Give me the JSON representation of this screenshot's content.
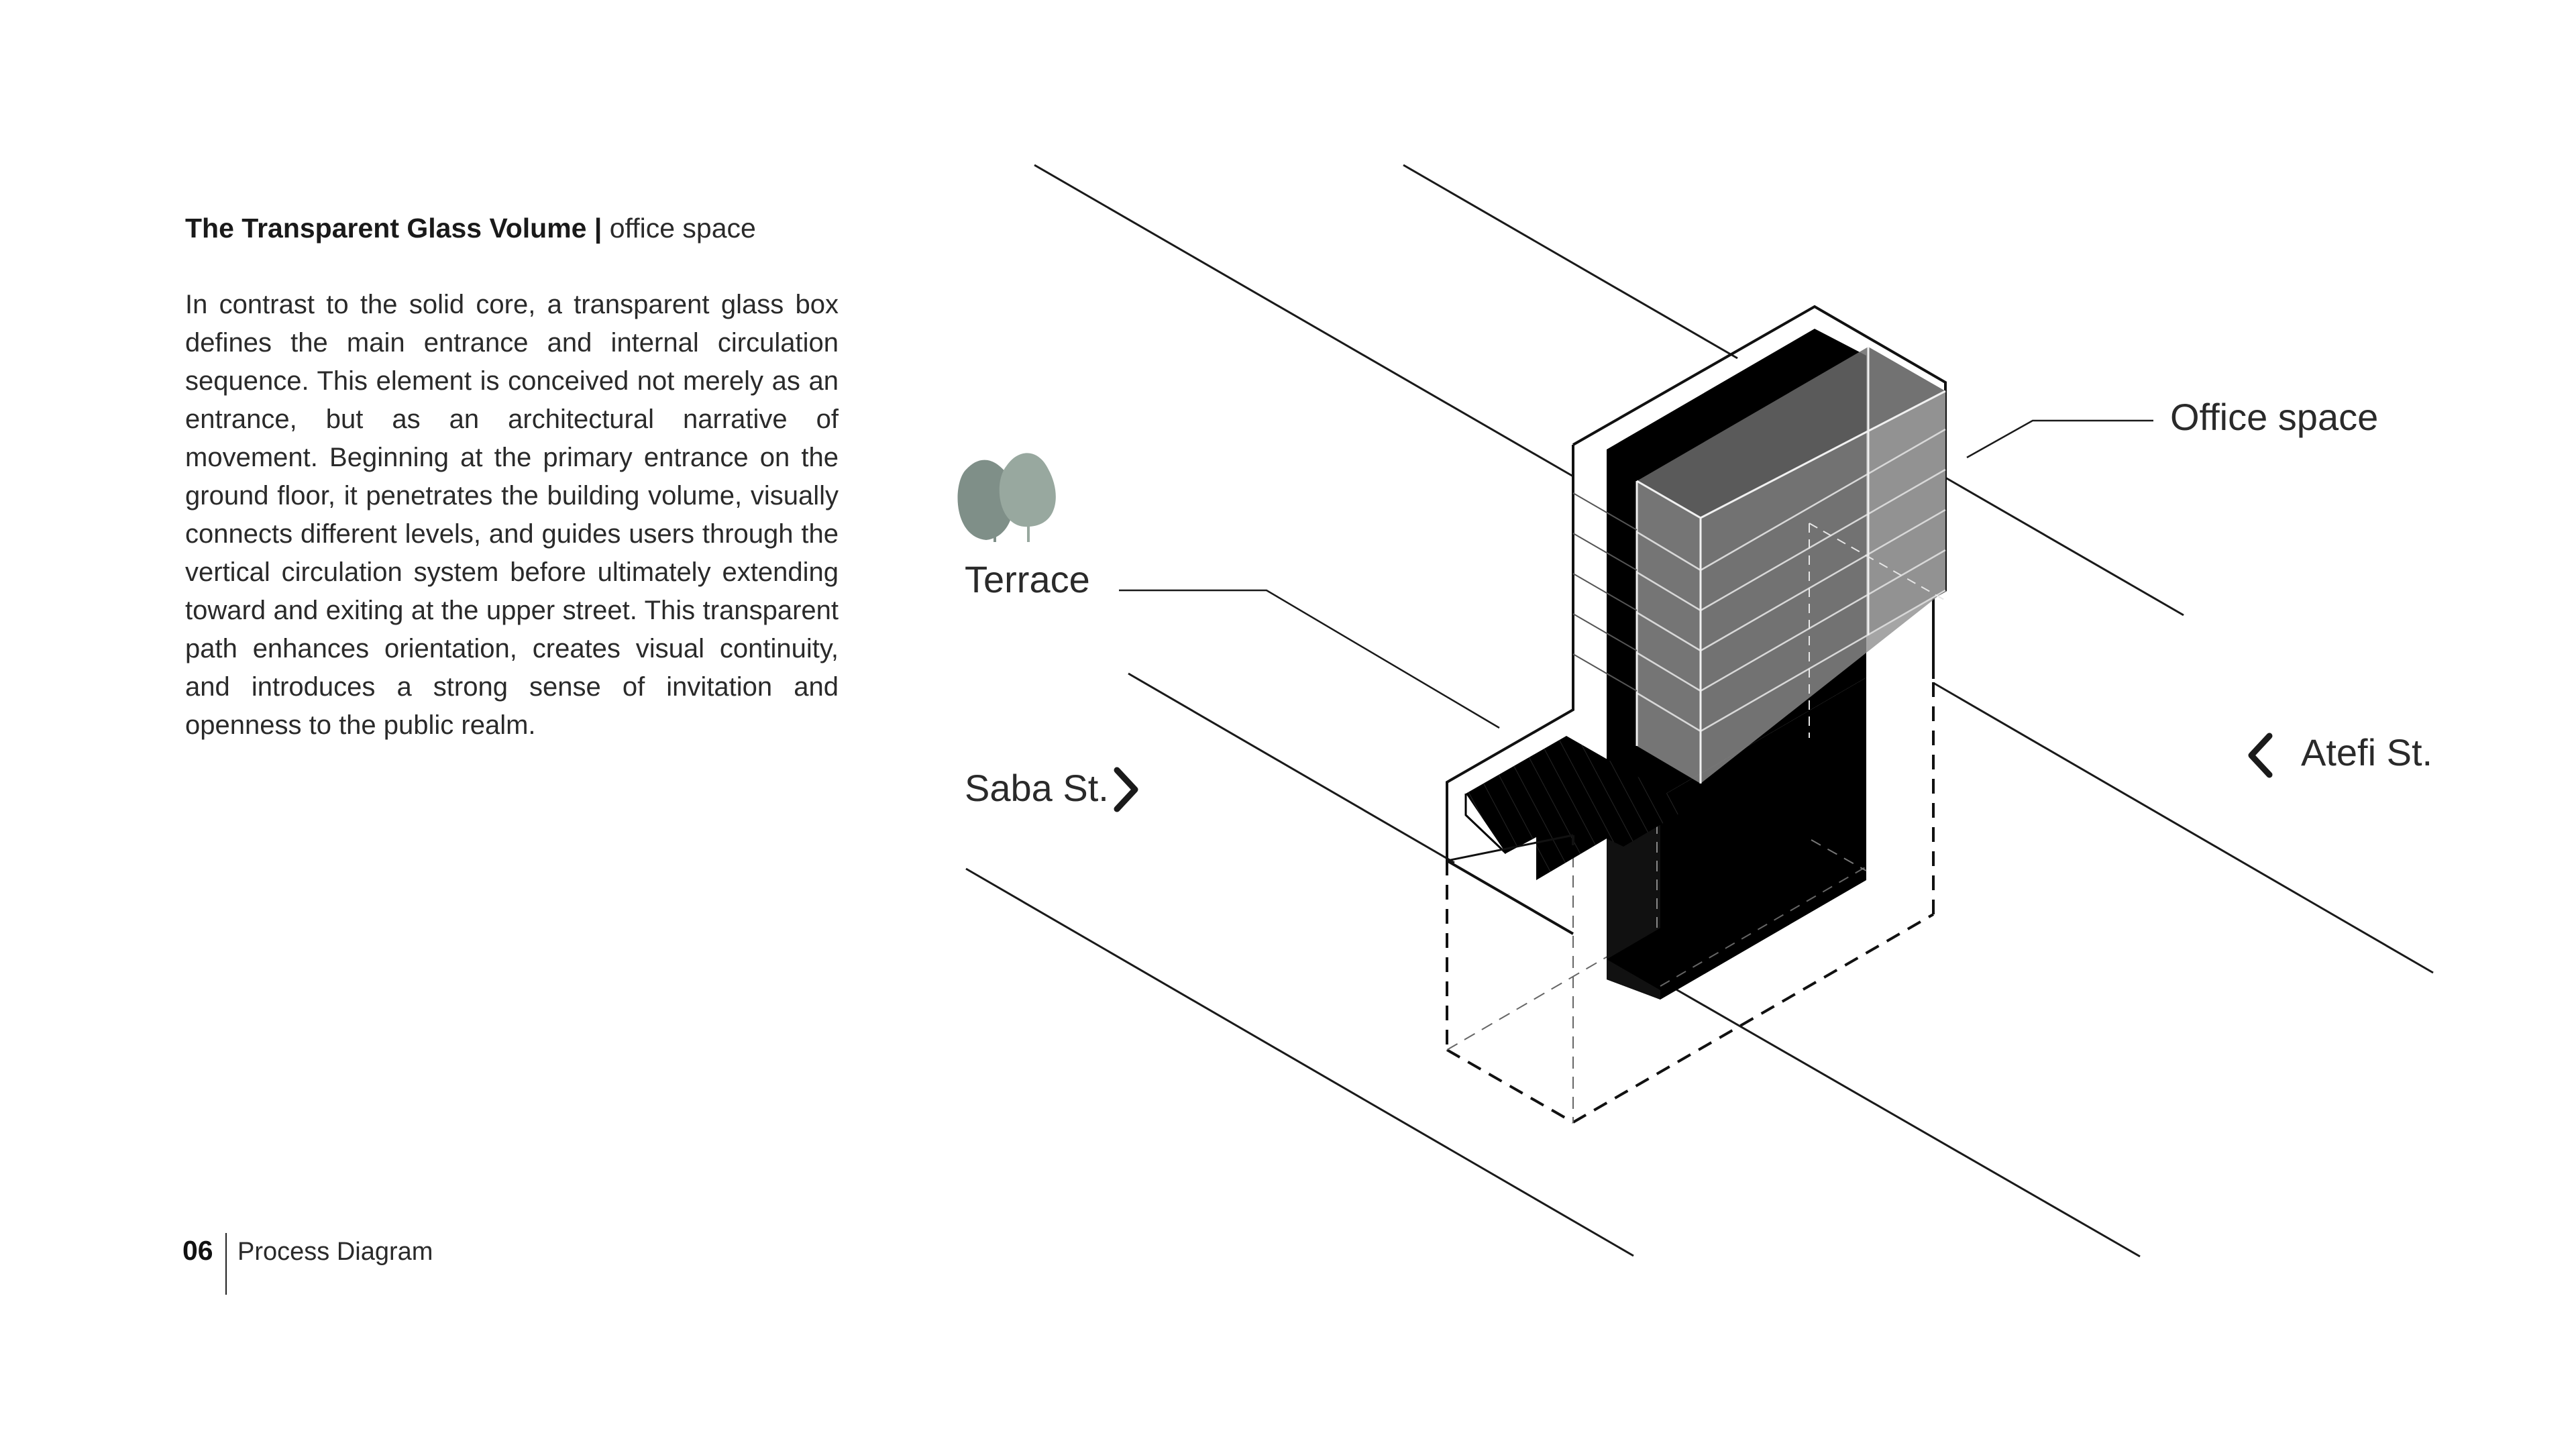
{
  "heading": {
    "title": "The Transparent Glass Volume",
    "separator": " | ",
    "subtitle": "office space"
  },
  "body": {
    "paragraph": "In contrast to the solid core, a transparent glass box defines the main entrance and internal circulation sequence. This element is conceived not merely as an entrance, but as an architectural narrative of movement. Beginning at the primary entrance on the ground floor, it penetrates the building volume, visually connects different levels, and guides users through the vertical circulation system before ultimately extending toward and exiting at the upper street. This transparent path enhances orientation, creates visual continuity, and introduces a strong sense of invitation and openness to the public realm."
  },
  "diagram": {
    "labels": {
      "office_space": "Office space",
      "terrace": "Terrace",
      "saba_st": "Saba St.",
      "atefi_st": "Atefi St."
    },
    "icons": {
      "trees": "trees-icon",
      "saba_arrow": "chevron-right-icon",
      "atefi_arrow": "chevron-left-icon"
    },
    "colors": {
      "solid_core": "#000000",
      "glass": "#8c8c8c",
      "tree_dark": "#7f8f88",
      "tree_light": "#98a89f"
    }
  },
  "footer": {
    "page_number": "06",
    "section": "Process Diagram"
  }
}
